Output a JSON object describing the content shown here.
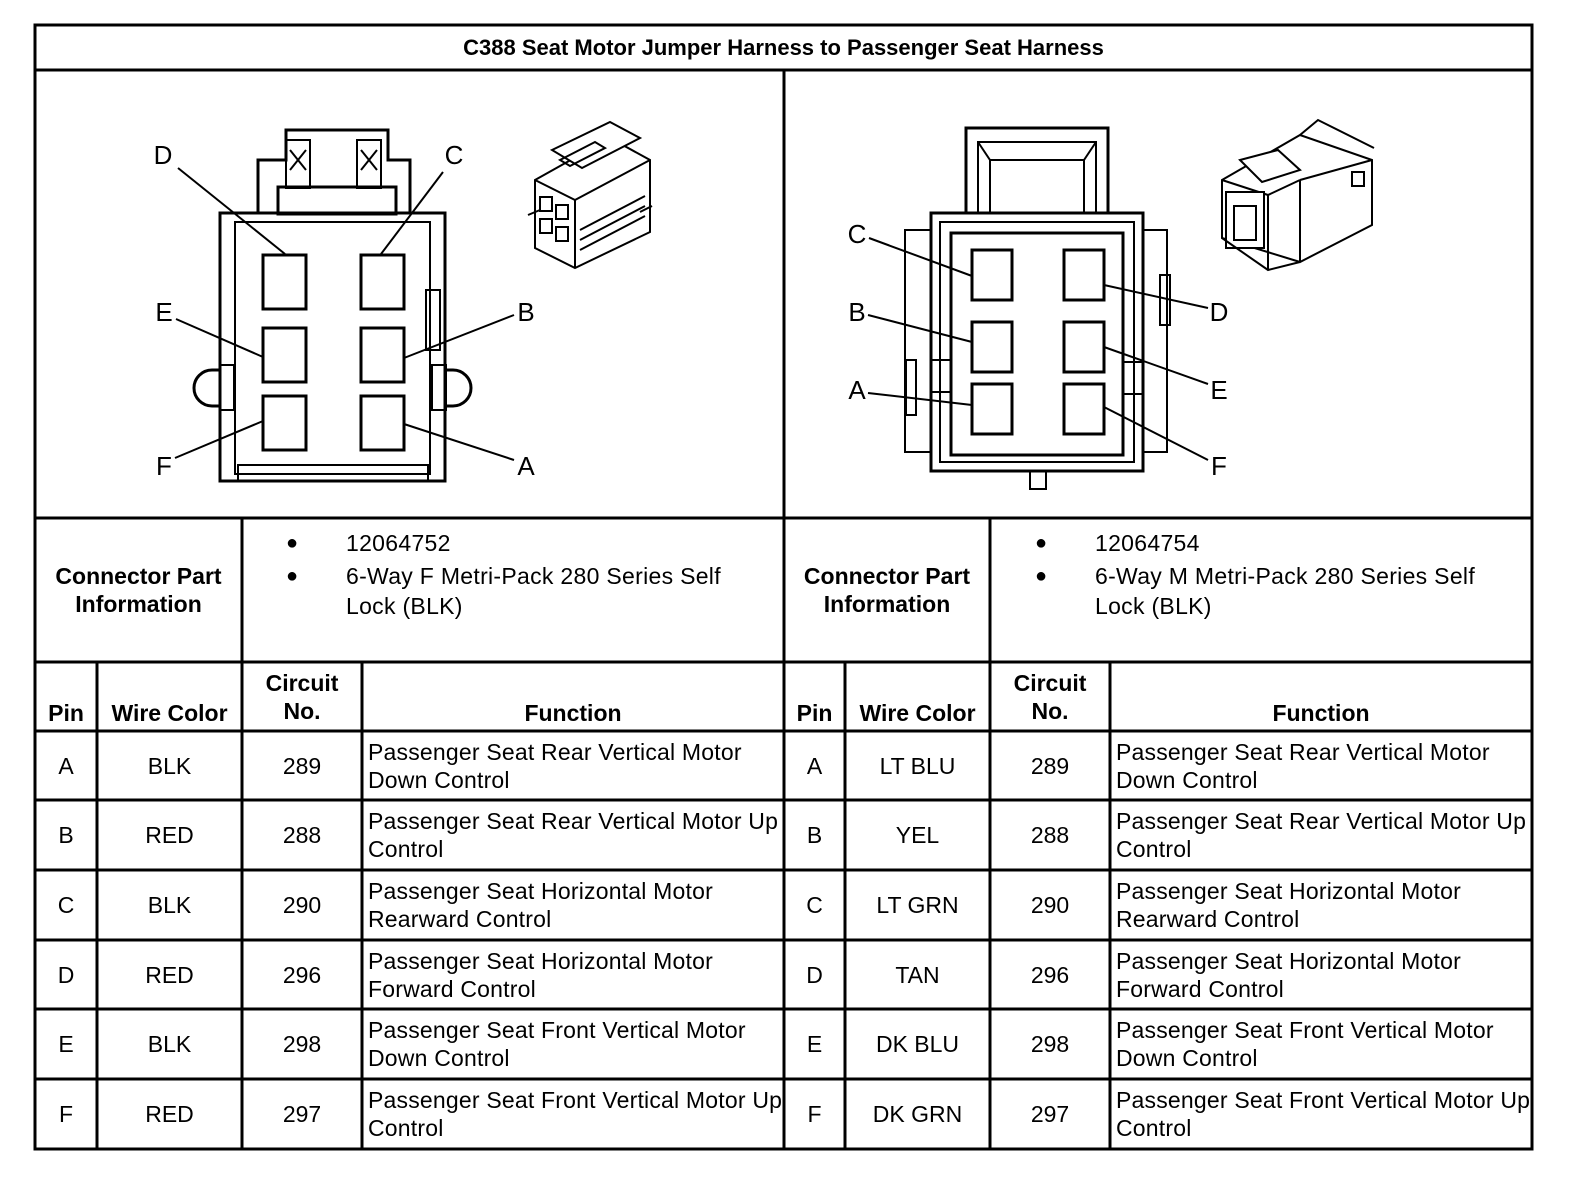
{
  "title": "C388 Seat Motor Jumper Harness to Passenger Seat Harness",
  "connectors": [
    {
      "side": "left",
      "pin_callouts": [
        "A",
        "B",
        "C",
        "D",
        "E",
        "F"
      ],
      "part_info_label": "Connector Part Information",
      "part_info": [
        "12064752",
        "6-Way F Metri-Pack 280 Series Self Lock (BLK)"
      ],
      "headers": {
        "pin": "Pin",
        "wire_color": "Wire Color",
        "circuit": "Circuit No.",
        "function": "Function"
      },
      "rows": [
        {
          "pin": "A",
          "wire_color": "BLK",
          "circuit": "289",
          "function": "Passenger Seat Rear Vertical Motor Down Control"
        },
        {
          "pin": "B",
          "wire_color": "RED",
          "circuit": "288",
          "function": "Passenger Seat Rear Vertical Motor Up Control"
        },
        {
          "pin": "C",
          "wire_color": "BLK",
          "circuit": "290",
          "function": "Passenger Seat Horizontal Motor Rearward Control"
        },
        {
          "pin": "D",
          "wire_color": "RED",
          "circuit": "296",
          "function": "Passenger Seat Horizontal Motor Forward Control"
        },
        {
          "pin": "E",
          "wire_color": "BLK",
          "circuit": "298",
          "function": "Passenger Seat Front Vertical Motor Down Control"
        },
        {
          "pin": "F",
          "wire_color": "RED",
          "circuit": "297",
          "function": "Passenger Seat Front Vertical Motor Up Control"
        }
      ]
    },
    {
      "side": "right",
      "pin_callouts": [
        "A",
        "B",
        "C",
        "D",
        "E",
        "F"
      ],
      "part_info_label": "Connector Part Information",
      "part_info": [
        "12064754",
        "6-Way M Metri-Pack 280 Series Self Lock (BLK)"
      ],
      "headers": {
        "pin": "Pin",
        "wire_color": "Wire Color",
        "circuit": "Circuit No.",
        "function": "Function"
      },
      "rows": [
        {
          "pin": "A",
          "wire_color": "LT BLU",
          "circuit": "289",
          "function": "Passenger Seat Rear Vertical Motor Down Control"
        },
        {
          "pin": "B",
          "wire_color": "YEL",
          "circuit": "288",
          "function": "Passenger Seat Rear Vertical Motor Up Control"
        },
        {
          "pin": "C",
          "wire_color": "LT GRN",
          "circuit": "290",
          "function": "Passenger Seat Horizontal Motor Rearward Control"
        },
        {
          "pin": "D",
          "wire_color": "TAN",
          "circuit": "296",
          "function": "Passenger Seat Horizontal Motor Forward Control"
        },
        {
          "pin": "E",
          "wire_color": "DK BLU",
          "circuit": "298",
          "function": "Passenger Seat Front Vertical Motor Down Control"
        },
        {
          "pin": "F",
          "wire_color": "DK GRN",
          "circuit": "297",
          "function": "Passenger Seat Front Vertical Motor Up Control"
        }
      ]
    }
  ]
}
